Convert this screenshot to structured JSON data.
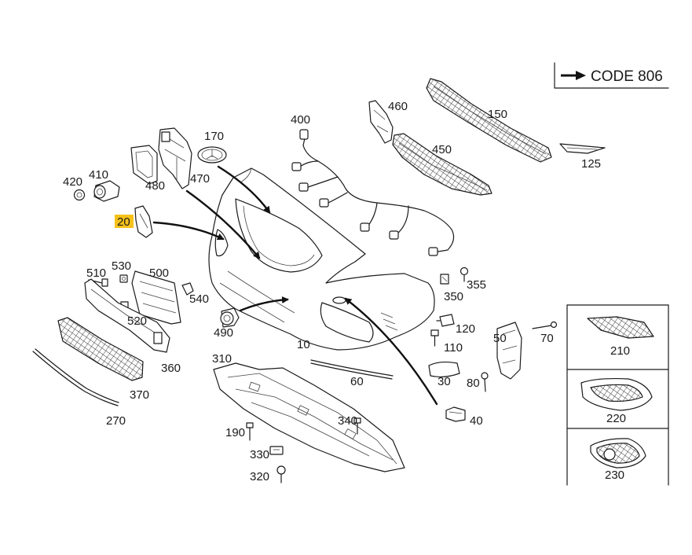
{
  "code_note": {
    "text": "CODE 806",
    "icon": "right-arrow-icon"
  },
  "callouts": {
    "p10": "10",
    "p20": "20",
    "p30": "30",
    "p40": "40",
    "p50": "50",
    "p60": "60",
    "p70": "70",
    "p80": "80",
    "p110": "110",
    "p120": "120",
    "p125": "125",
    "p150": "150",
    "p170": "170",
    "p190": "190",
    "p210": "210",
    "p220": "220",
    "p230": "230",
    "p270": "270",
    "p310": "310",
    "p320": "320",
    "p330": "330",
    "p340": "340",
    "p350": "350",
    "p355": "355",
    "p360": "360",
    "p370": "370",
    "p400": "400",
    "p410": "410",
    "p420": "420",
    "p450": "450",
    "p460": "460",
    "p470": "470",
    "p480": "480",
    "p490": "490",
    "p500": "500",
    "p510": "510",
    "p520": "520",
    "p530": "530",
    "p540": "540"
  },
  "highlighted_callout": "20",
  "colors": {
    "line": "#1a1a1a",
    "highlight": "#f6c21a",
    "background": "#ffffff"
  }
}
